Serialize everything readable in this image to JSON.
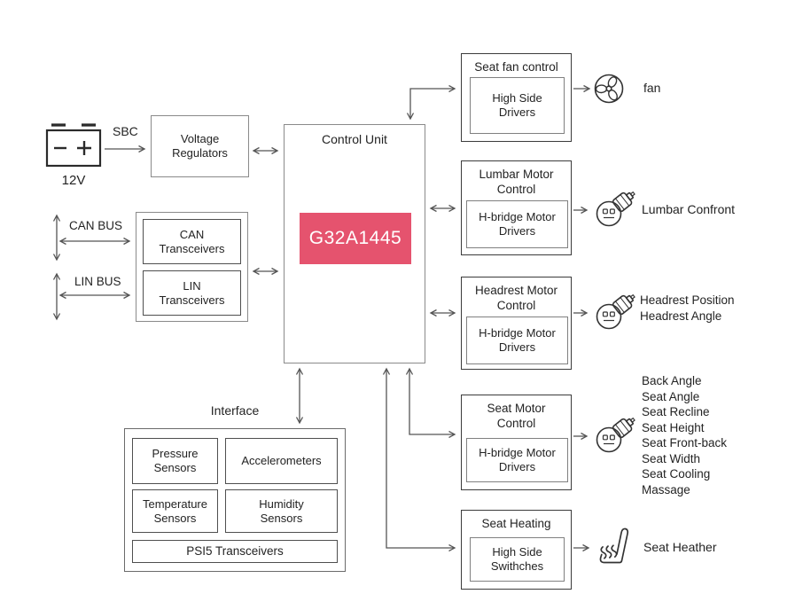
{
  "colors": {
    "accent_pink": "#E5536E",
    "module_border_dark": "#3B3B3B",
    "box_border_gray": "#8A8A8A",
    "connector": "#555555",
    "text": "#232323"
  },
  "power": {
    "battery_icon": "battery-icon",
    "voltage_label": "12V",
    "sbc_label": "SBC",
    "regulators_label": [
      "Voltage",
      "Regulators"
    ]
  },
  "bus": {
    "can_label": "CAN BUS",
    "lin_label": "LIN BUS",
    "can_transceivers": [
      "CAN",
      "Transceivers"
    ],
    "lin_transceivers": [
      "LIN",
      "Transceivers"
    ]
  },
  "control_unit": {
    "title": "Control Unit",
    "chip": "G32A1445"
  },
  "interface": {
    "title": "Interface",
    "pressure": [
      "Pressure",
      "Sensors"
    ],
    "accelerometers": "Accelerometers",
    "temperature": [
      "Temperature",
      "Sensors"
    ],
    "humidity": [
      "Humidity",
      "Sensors"
    ],
    "psi5": "PSI5 Transceivers"
  },
  "modules": [
    {
      "title": "Seat fan control",
      "driver": [
        "High Side",
        "Drivers"
      ],
      "icon": "fan-icon",
      "outputs": [
        "fan"
      ]
    },
    {
      "title": [
        "Lumbar Motor",
        "Control"
      ],
      "driver": [
        "H-bridge Motor",
        "Drivers"
      ],
      "icon": "motor-icon",
      "outputs": [
        "Lumbar Confront"
      ]
    },
    {
      "title": [
        "Headrest Motor",
        "Control"
      ],
      "driver": [
        "H-bridge Motor",
        "Drivers"
      ],
      "icon": "motor-icon",
      "outputs": [
        "Headrest Position",
        "Headrest Angle"
      ]
    },
    {
      "title": [
        "Seat Motor",
        "Control"
      ],
      "driver": [
        "H-bridge Motor",
        "Drivers"
      ],
      "icon": "motor-icon",
      "outputs": [
        "Back Angle",
        "Seat Angle",
        "Seat Recline",
        "Seat Height",
        "Seat Front-back",
        "Seat Width",
        "Seat Cooling",
        "Massage"
      ]
    },
    {
      "title": "Seat Heating",
      "driver": [
        "High Side",
        "Swithches"
      ],
      "icon": "seat-heater-icon",
      "outputs": [
        "Seat Heather"
      ]
    }
  ]
}
